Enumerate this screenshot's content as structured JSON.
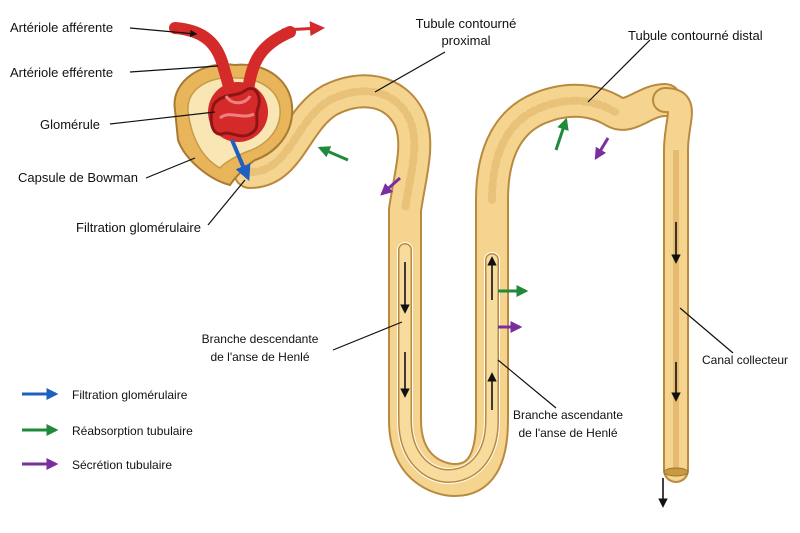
{
  "labels": {
    "arteriole_afferente": "Artériole afférente",
    "arteriole_efferente": "Artériole efférente",
    "glomerule": "Glomérule",
    "capsule_bowman": "Capsule de Bowman",
    "filtration_glomerulaire": "Filtration glomérulaire",
    "tubule_proximal_line1": "Tubule contourné",
    "tubule_proximal_line2": "proximal",
    "tubule_distal": "Tubule contourné distal",
    "branche_descendante_line1": "Branche descendante",
    "branche_descendante_line2": "de l'anse de Henlé",
    "branche_ascendante_line1": "Branche ascendante",
    "branche_ascendante_line2": "de l'anse de Henlé",
    "canal_collecteur": "Canal collecteur"
  },
  "legend": [
    {
      "label": "Filtration glomérulaire",
      "color": "#1f5fbf"
    },
    {
      "label": "Réabsorption tubulaire",
      "color": "#1f8a3a"
    },
    {
      "label": "Sécrétion tubulaire",
      "color": "#7a2fa0"
    }
  ],
  "colors": {
    "tubule_fill": "#f5d48f",
    "tubule_stroke": "#b98a3e",
    "vessel": "#d42a2a",
    "capsule": "#e9b55a",
    "filtration": "#1f5fbf",
    "reabsorption": "#1f8a3a",
    "secretion": "#7a2fa0"
  }
}
